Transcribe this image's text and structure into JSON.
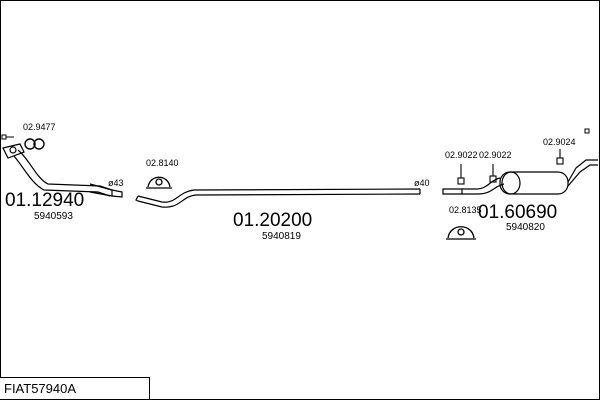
{
  "diagram": {
    "parts": [
      {
        "number": "01.12940",
        "oem": "5940593"
      },
      {
        "number": "01.20200",
        "oem": "5940819"
      },
      {
        "number": "01.60690",
        "oem": "5940820"
      }
    ],
    "accessories": {
      "front_gasket": "02.9477",
      "rubber_mount_1": "02.8140",
      "clamp_1": "02.9022",
      "clamp_2": "02.9022",
      "clamp_3": "02.9024",
      "rubber_mount_2": "02.8135"
    },
    "diameters": {
      "d1": "ø43",
      "d2": "ø40"
    }
  },
  "footer": {
    "code": "FIAT57940A"
  }
}
